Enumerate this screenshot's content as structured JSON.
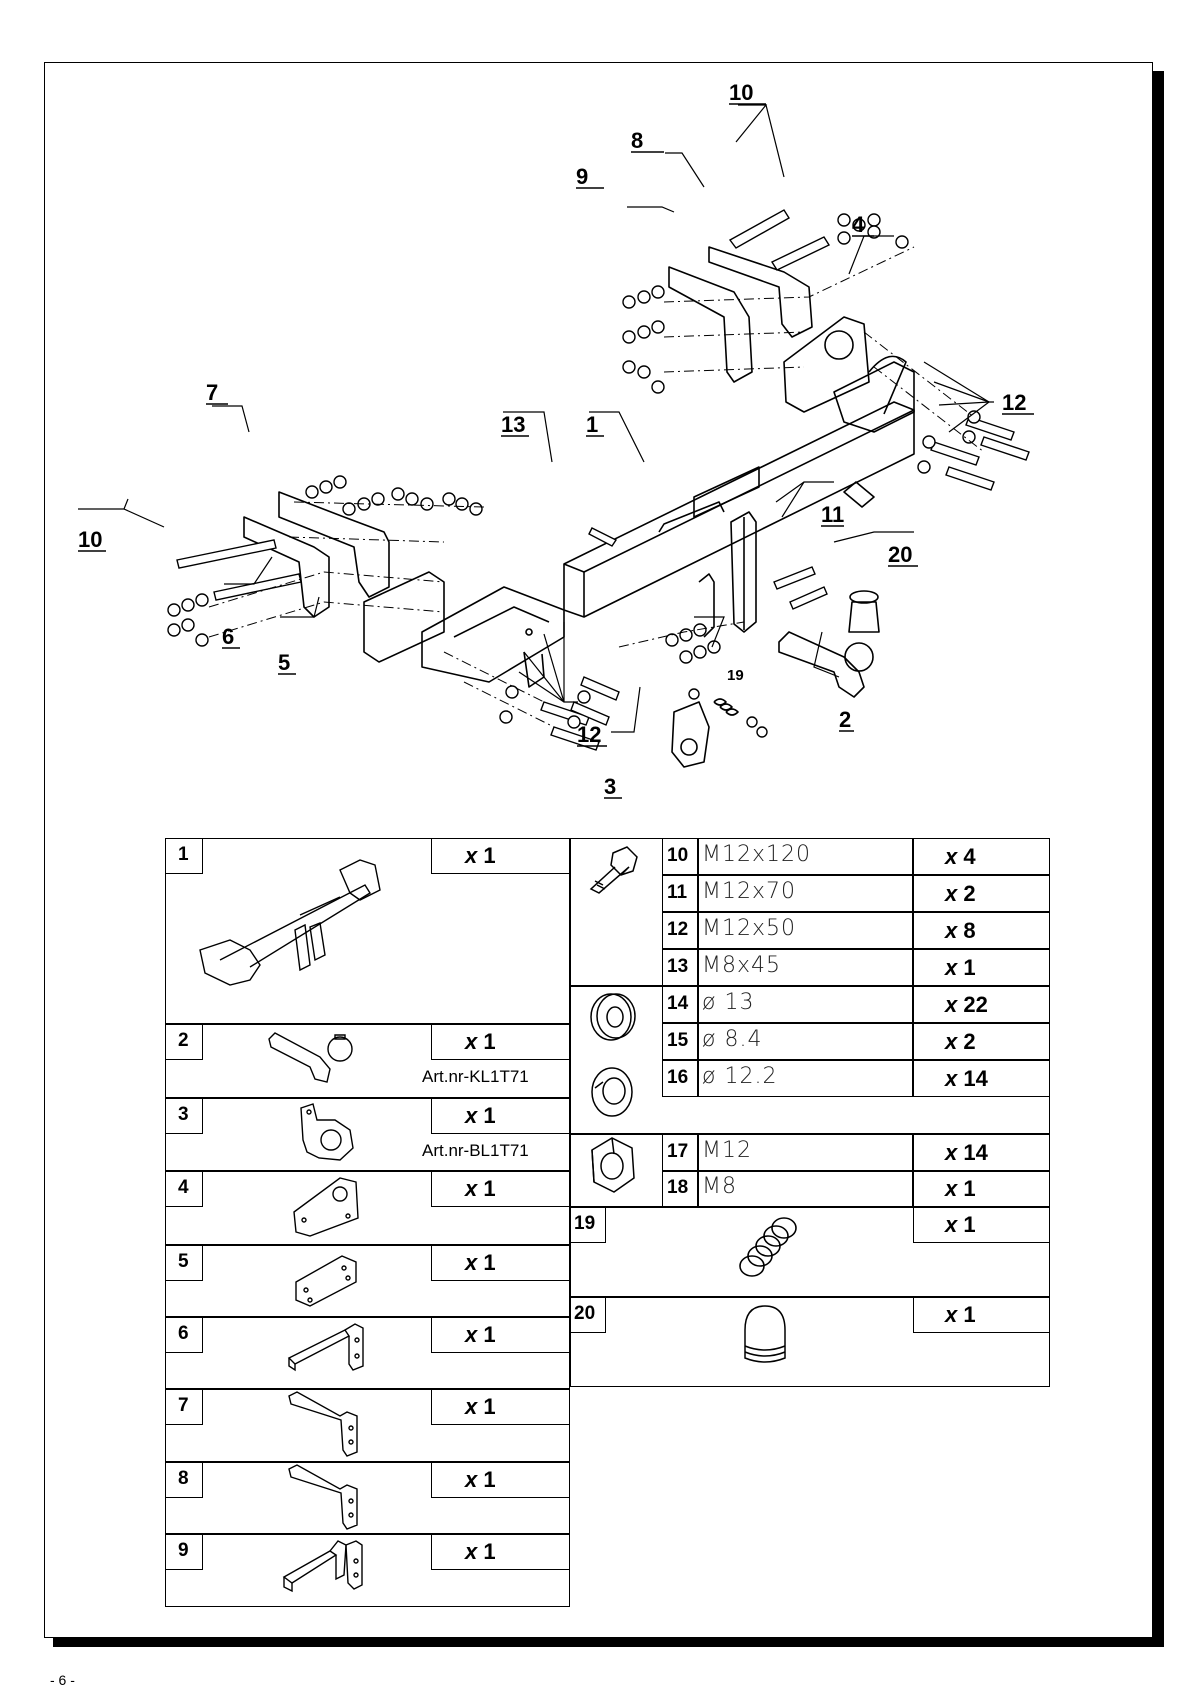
{
  "page_number": "- 6 -",
  "callouts": [
    "1",
    "2",
    "3",
    "4",
    "5",
    "6",
    "7",
    "8",
    "9",
    "10",
    "10",
    "11",
    "12",
    "12",
    "13",
    "19",
    "20"
  ],
  "parts_left": [
    {
      "num": "1",
      "qty_prefix": "x",
      "qty": "1",
      "art": ""
    },
    {
      "num": "2",
      "qty_prefix": "x",
      "qty": "1",
      "art": "Art.nr-KL1T71"
    },
    {
      "num": "3",
      "qty_prefix": "x",
      "qty": "1",
      "art": "Art.nr-BL1T71"
    },
    {
      "num": "4",
      "qty_prefix": "x",
      "qty": "1",
      "art": ""
    },
    {
      "num": "5",
      "qty_prefix": "x",
      "qty": "1",
      "art": ""
    },
    {
      "num": "6",
      "qty_prefix": "x",
      "qty": "1",
      "art": ""
    },
    {
      "num": "7",
      "qty_prefix": "x",
      "qty": "1",
      "art": ""
    },
    {
      "num": "8",
      "qty_prefix": "x",
      "qty": "1",
      "art": ""
    },
    {
      "num": "9",
      "qty_prefix": "x",
      "qty": "1",
      "art": ""
    }
  ],
  "parts_right": [
    {
      "num": "10",
      "spec": "M12x120",
      "qty_prefix": "x",
      "qty": "4"
    },
    {
      "num": "11",
      "spec": "M12x70",
      "qty_prefix": "x",
      "qty": "2"
    },
    {
      "num": "12",
      "spec": "M12x50",
      "qty_prefix": "x",
      "qty": "8"
    },
    {
      "num": "13",
      "spec": "M8x45",
      "qty_prefix": "x",
      "qty": "1"
    },
    {
      "num": "14",
      "spec": "ø 13",
      "qty_prefix": "x",
      "qty": "22"
    },
    {
      "num": "15",
      "spec": "ø 8.4",
      "qty_prefix": "x",
      "qty": "2"
    },
    {
      "num": "16",
      "spec": "ø 12.2",
      "qty_prefix": "x",
      "qty": "14"
    },
    {
      "num": "17",
      "spec": "M12",
      "qty_prefix": "x",
      "qty": "14"
    },
    {
      "num": "18",
      "spec": "M8",
      "qty_prefix": "x",
      "qty": "1"
    },
    {
      "num": "19",
      "spec": "",
      "qty_prefix": "x",
      "qty": "1"
    },
    {
      "num": "20",
      "spec": "",
      "qty_prefix": "x",
      "qty": "1"
    }
  ],
  "icons": [
    "towbar-beam-icon",
    "tow-ball-icon",
    "socket-plate-icon",
    "side-plate-icon",
    "flat-plate-icon",
    "bracket-icon",
    "bolt-icon",
    "flat-washer-icon",
    "spring-washer-icon",
    "hex-nut-icon",
    "spring-icon",
    "ball-cover-icon"
  ]
}
